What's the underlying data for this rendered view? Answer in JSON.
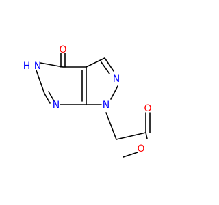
{
  "molecule": {
    "atoms": {
      "carbonyl_oxygen": {
        "symbol": "O",
        "color": "#ff0000"
      },
      "nh_nitrogen": {
        "symbol": "N",
        "color": "#0000ff"
      },
      "nh_hydrogen": {
        "symbol": "H",
        "color": "#0000ff"
      },
      "pyrimidine_nitrogen": {
        "symbol": "N",
        "color": "#0000ff"
      },
      "pyrazole_n2": {
        "symbol": "N",
        "color": "#0000ff"
      },
      "pyrazole_n1": {
        "symbol": "N",
        "color": "#0000ff"
      },
      "ester_carbonyl_oxygen": {
        "symbol": "O",
        "color": "#ff0000"
      },
      "ester_ether_oxygen": {
        "symbol": "O",
        "color": "#ff0000"
      }
    },
    "bond_color": "#000000"
  }
}
